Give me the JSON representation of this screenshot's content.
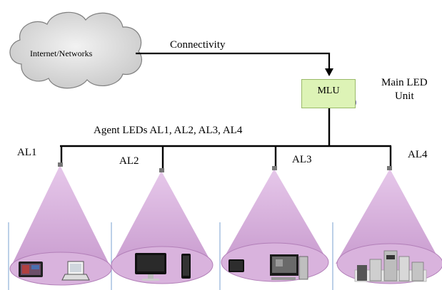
{
  "cloud": {
    "label": "Internet/Networks"
  },
  "connectivity": {
    "label": "Connectivity"
  },
  "mlu": {
    "label": "MLU",
    "description_line1": "Main LED",
    "description_line2": "Unit"
  },
  "agent_leds": {
    "label": "Agent LEDs  AL1, AL2,  AL3,  AL4"
  },
  "lamps": [
    {
      "id": "AL1"
    },
    {
      "id": "AL2"
    },
    {
      "id": "AL3"
    },
    {
      "id": "AL4"
    }
  ],
  "colors": {
    "beam": "#d3a8d8",
    "cloud": "#d9d9d9",
    "mlu_fill": "#ddf3b6",
    "mlu_dot": "#c9bff2",
    "line": "#000000",
    "divider": "#8fb1d8"
  }
}
